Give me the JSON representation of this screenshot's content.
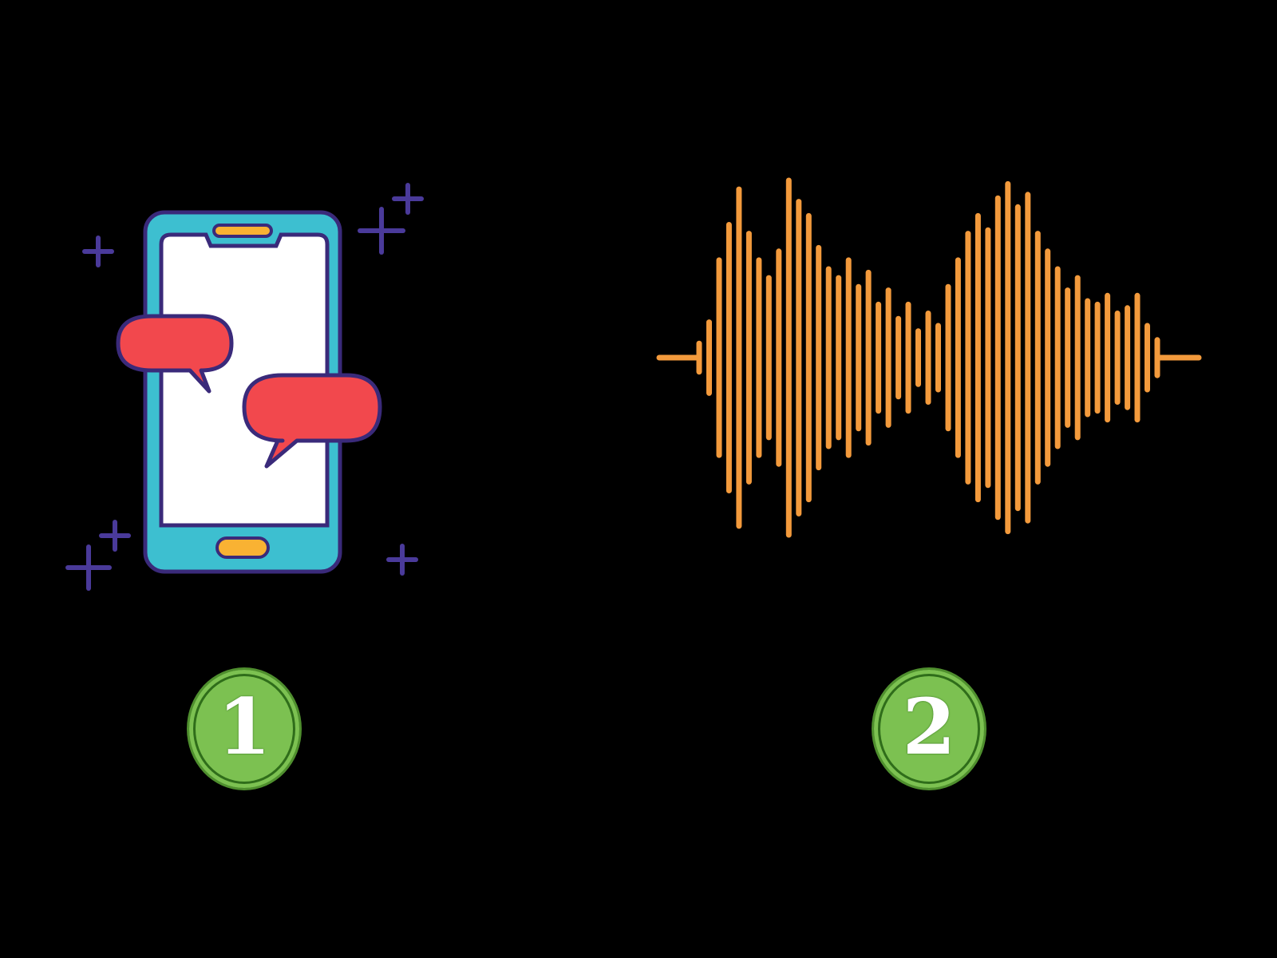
{
  "options": [
    {
      "number": "1",
      "icon": "smartphone-chat-icon",
      "colors": {
        "phone_body": "#3dbfd0",
        "screen": "#ffffff",
        "outline": "#3a2a7a",
        "bubble": "#f2484d",
        "button": "#f9b233",
        "sparkle": "#4a3a9a"
      }
    },
    {
      "number": "2",
      "icon": "sound-wave-icon",
      "colors": {
        "wave": "#f39a3c"
      },
      "wave_levels": [
        0.08,
        0.2,
        0.55,
        0.75,
        0.95,
        0.7,
        0.55,
        0.45,
        0.6,
        1.0,
        0.88,
        0.8,
        0.62,
        0.5,
        0.45,
        0.55,
        0.4,
        0.48,
        0.3,
        0.38,
        0.22,
        0.3,
        0.15,
        0.25,
        0.18,
        0.4,
        0.55,
        0.7,
        0.8,
        0.72,
        0.9,
        0.98,
        0.85,
        0.92,
        0.7,
        0.6,
        0.5,
        0.38,
        0.45,
        0.32,
        0.3,
        0.35,
        0.25,
        0.28,
        0.35,
        0.18,
        0.1
      ]
    }
  ],
  "background_color": "#000000",
  "badge_color": "#7cc151"
}
